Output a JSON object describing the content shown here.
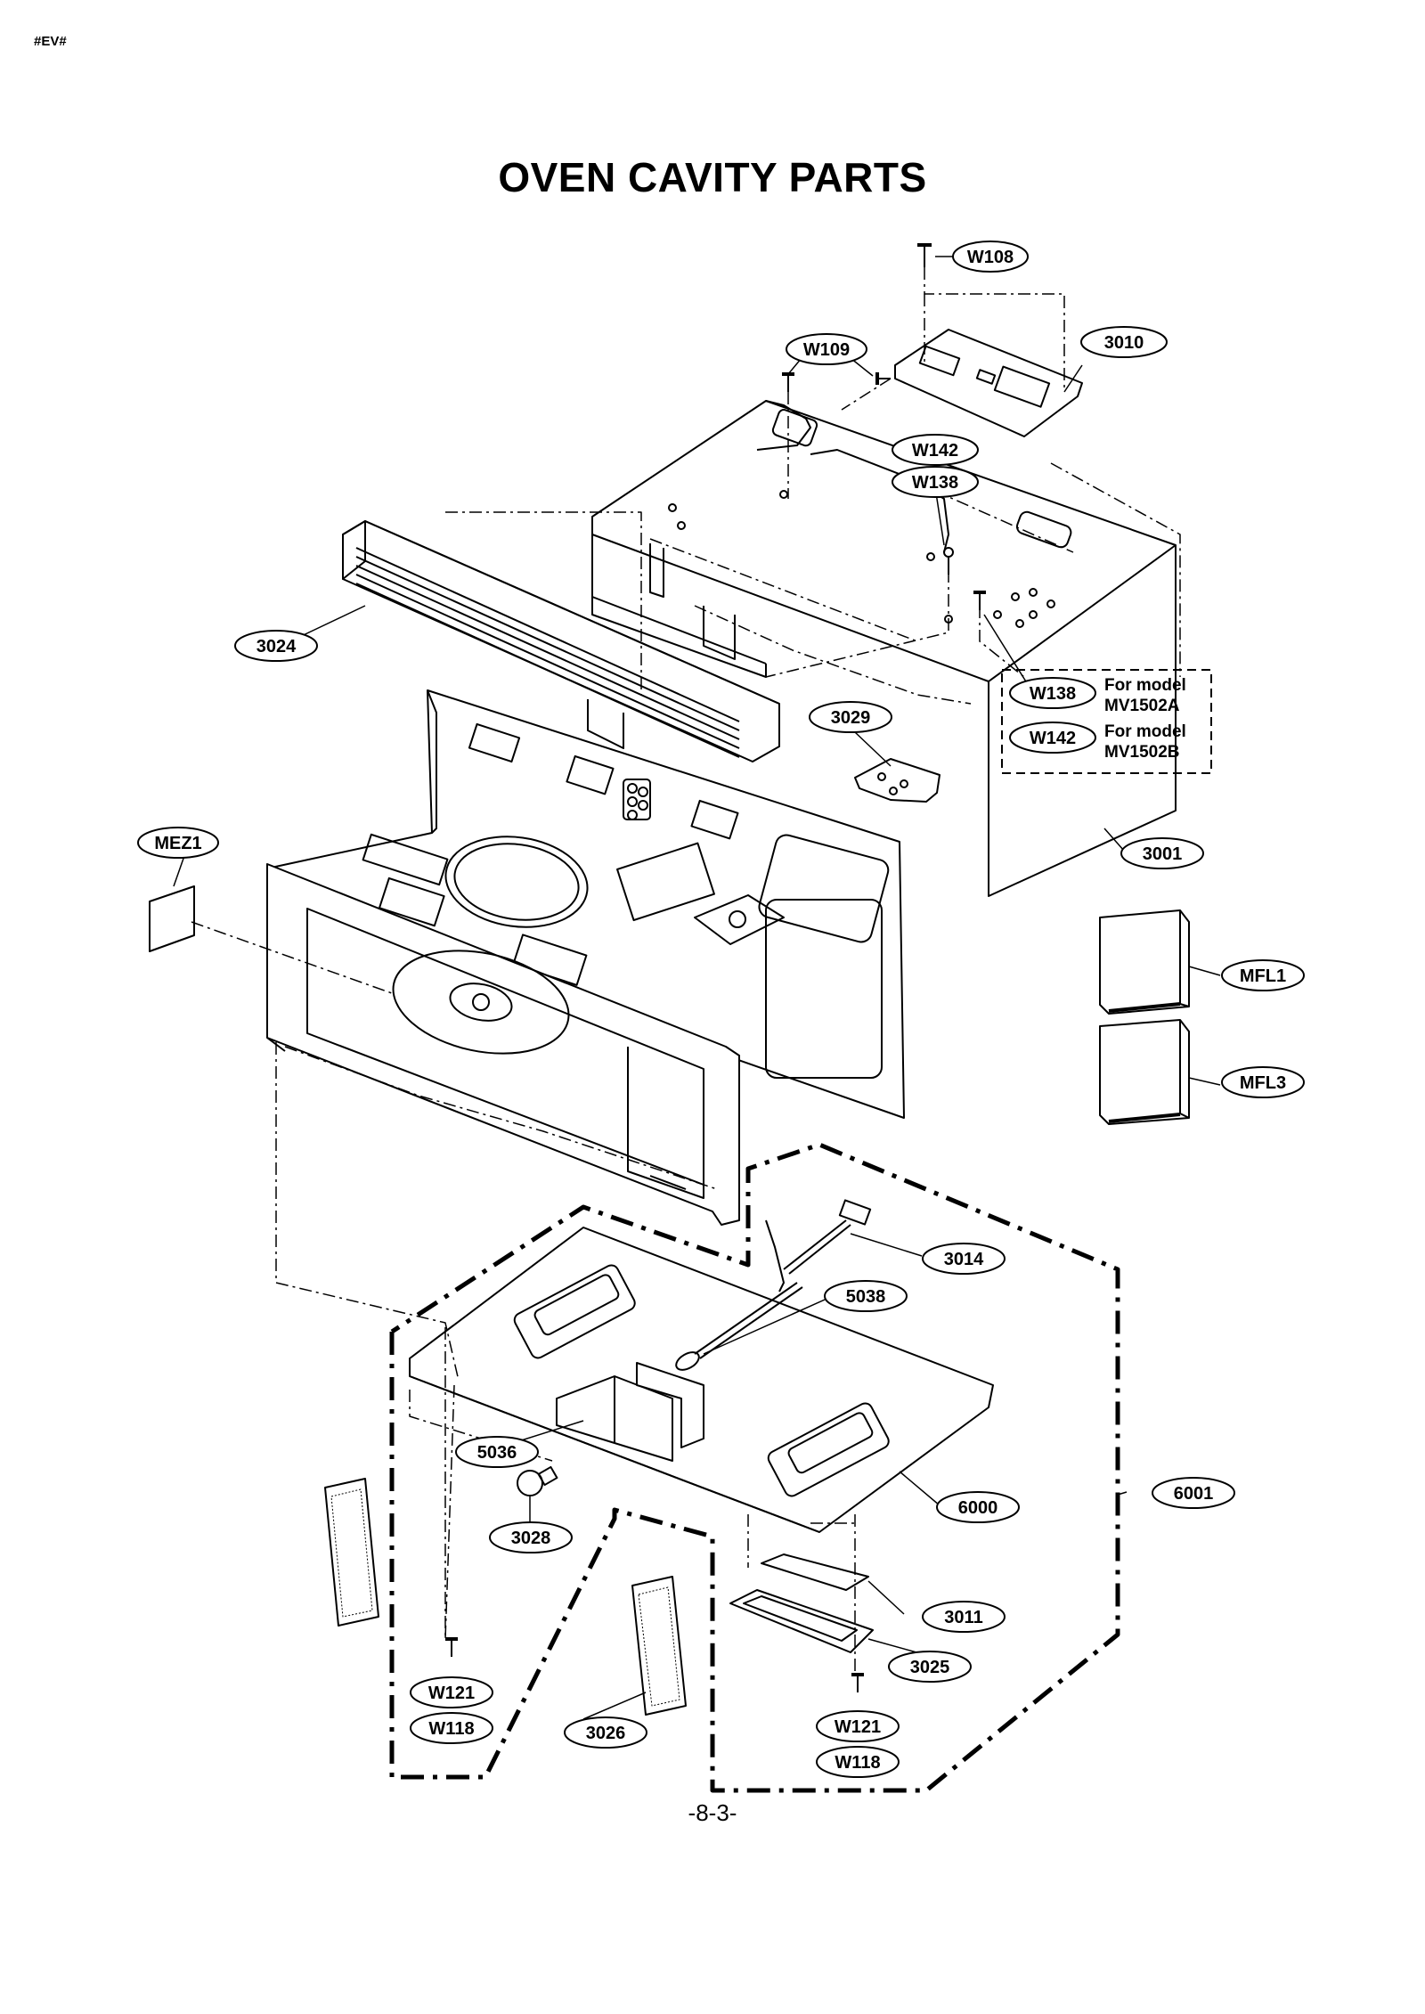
{
  "header": {
    "marker": "#EV#"
  },
  "title": "OVEN CAVITY PARTS",
  "footer": {
    "page_number": "-8-3-"
  },
  "callouts": {
    "w108": "W108",
    "w109": "W109",
    "p3010": "3010",
    "w142a": "W142",
    "w138a": "W138",
    "p3024": "3024",
    "p3029": "3029",
    "w138b": "W138",
    "w142b": "W142",
    "p3001": "3001",
    "mez1": "MEZ1",
    "mfl1": "MFL1",
    "mfl3": "MFL3",
    "p3014": "3014",
    "p5038": "5038",
    "p5036": "5036",
    "p6000": "6000",
    "p6001": "6001",
    "p3028": "3028",
    "p3011": "3011",
    "p3025": "3025",
    "w121a": "W121",
    "w118a": "W118",
    "p3026": "3026",
    "w121b": "W121",
    "w118b": "W118"
  },
  "model_notes": {
    "note1_line1": "For model",
    "note1_line2": "MV1502A",
    "note2_line1": "For model",
    "note2_line2": "MV1502B"
  }
}
